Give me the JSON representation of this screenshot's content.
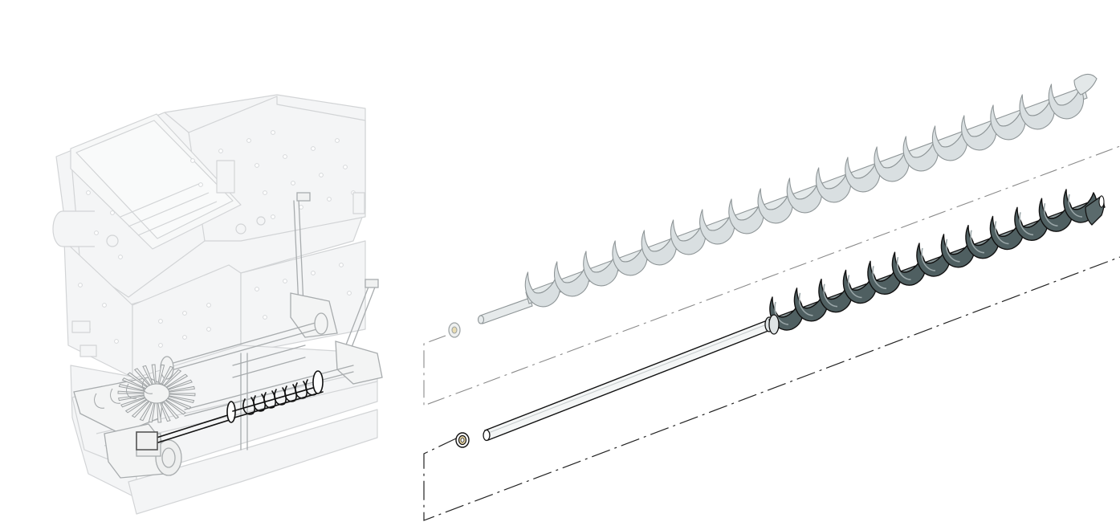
{
  "diagram": {
    "type": "exploded-parts-view",
    "labels": [],
    "colors": {
      "background": "#ffffff",
      "ghost_machine": "#d4d6d8",
      "ghost_fill": "#f2f3f4",
      "highlight_line": "#111111",
      "upper_auger_fill": "#d9dfe1",
      "upper_auger_stroke": "#8e9597",
      "lower_auger_fill": "#4f5f61",
      "lower_auger_light": "#9aa6a8",
      "lower_auger_stroke": "#111111",
      "bushing_fill": "#e9d7a6",
      "centerline": "#222222",
      "centerline_light": "#8a8a8a"
    },
    "parts": [
      {
        "name": "machine-housing",
        "style": "ghost"
      },
      {
        "name": "upper-auger-assembly",
        "style": "light",
        "flights": 19
      },
      {
        "name": "upper-bushing",
        "style": "light"
      },
      {
        "name": "upper-stub-shaft",
        "style": "light"
      },
      {
        "name": "lower-auger-assembly",
        "style": "dark",
        "flights": 13
      },
      {
        "name": "lower-drive-shaft",
        "style": "dark"
      },
      {
        "name": "lower-bushing",
        "style": "dark"
      }
    ]
  }
}
